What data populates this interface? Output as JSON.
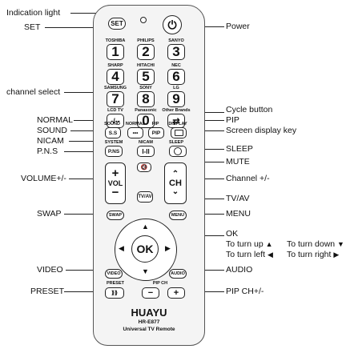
{
  "left_labels": {
    "indication_light": "Indication light",
    "set": "SET",
    "channel_select": "channel select",
    "normal": "NORMAL",
    "sound": "SOUND",
    "nicam": "NICAM",
    "pns": "P.N.S",
    "volume": "VOLUME+/-",
    "swap": "SWAP",
    "video": "VIDEO",
    "preset": "PRESET"
  },
  "right_labels": {
    "power": "Power",
    "cycle_button": "Cycle button",
    "pip": "PIP",
    "screen_display_key": "Screen display key",
    "sleep": "SLEEP",
    "mute": "MUTE",
    "channel": "Channel +/-",
    "tvav": "TV/AV",
    "menu": "MENU",
    "ok": "OK",
    "turn_up": "To turn up",
    "turn_down": "To turn down",
    "turn_left": "To turn left",
    "turn_right": "To turn right",
    "audio": "AUDIO",
    "pip_ch": "PIP CH+/-"
  },
  "remote": {
    "set_btn": "SET",
    "power_symbol": "⏻",
    "brands": [
      "TOSHIBA",
      "PHILIPS",
      "SANYO",
      "SHARP",
      "HITACHI",
      "NEC",
      "SAMSUNG",
      "SONY",
      "LG",
      "LCD TV",
      "Panasonic",
      "Other Brands"
    ],
    "digits": [
      "1",
      "2",
      "3",
      "4",
      "5",
      "6",
      "7",
      "8",
      "9",
      "-/--",
      "0",
      "⇄"
    ],
    "row_labels": [
      "SOUND",
      "NORMAL",
      "PIP",
      "DISPLAY",
      "SYSTEM",
      "NICAM",
      "SLEEP"
    ],
    "ss": "S.S",
    "pip_btn": "PIP",
    "pns_btn": "P.NS",
    "nicam_btn": "I-II",
    "vol_plus": "+",
    "vol_text": "VOL",
    "vol_minus": "−",
    "ch_text": "CH",
    "tvav_btn": "TV/AV",
    "swap_btn": "SWAP",
    "menu_btn": "MENU",
    "ok_btn": "OK",
    "video_btn": "VIDEO",
    "audio_btn": "AUDIO",
    "preset_label": "PRESET",
    "pipch_label": "PIP CH",
    "preset_btn": "⟫⟫",
    "pipch_minus": "−",
    "pipch_plus": "+",
    "brand_name": "HUAYU",
    "model": "HR-E877",
    "subtitle": "Universal TV Remote"
  }
}
